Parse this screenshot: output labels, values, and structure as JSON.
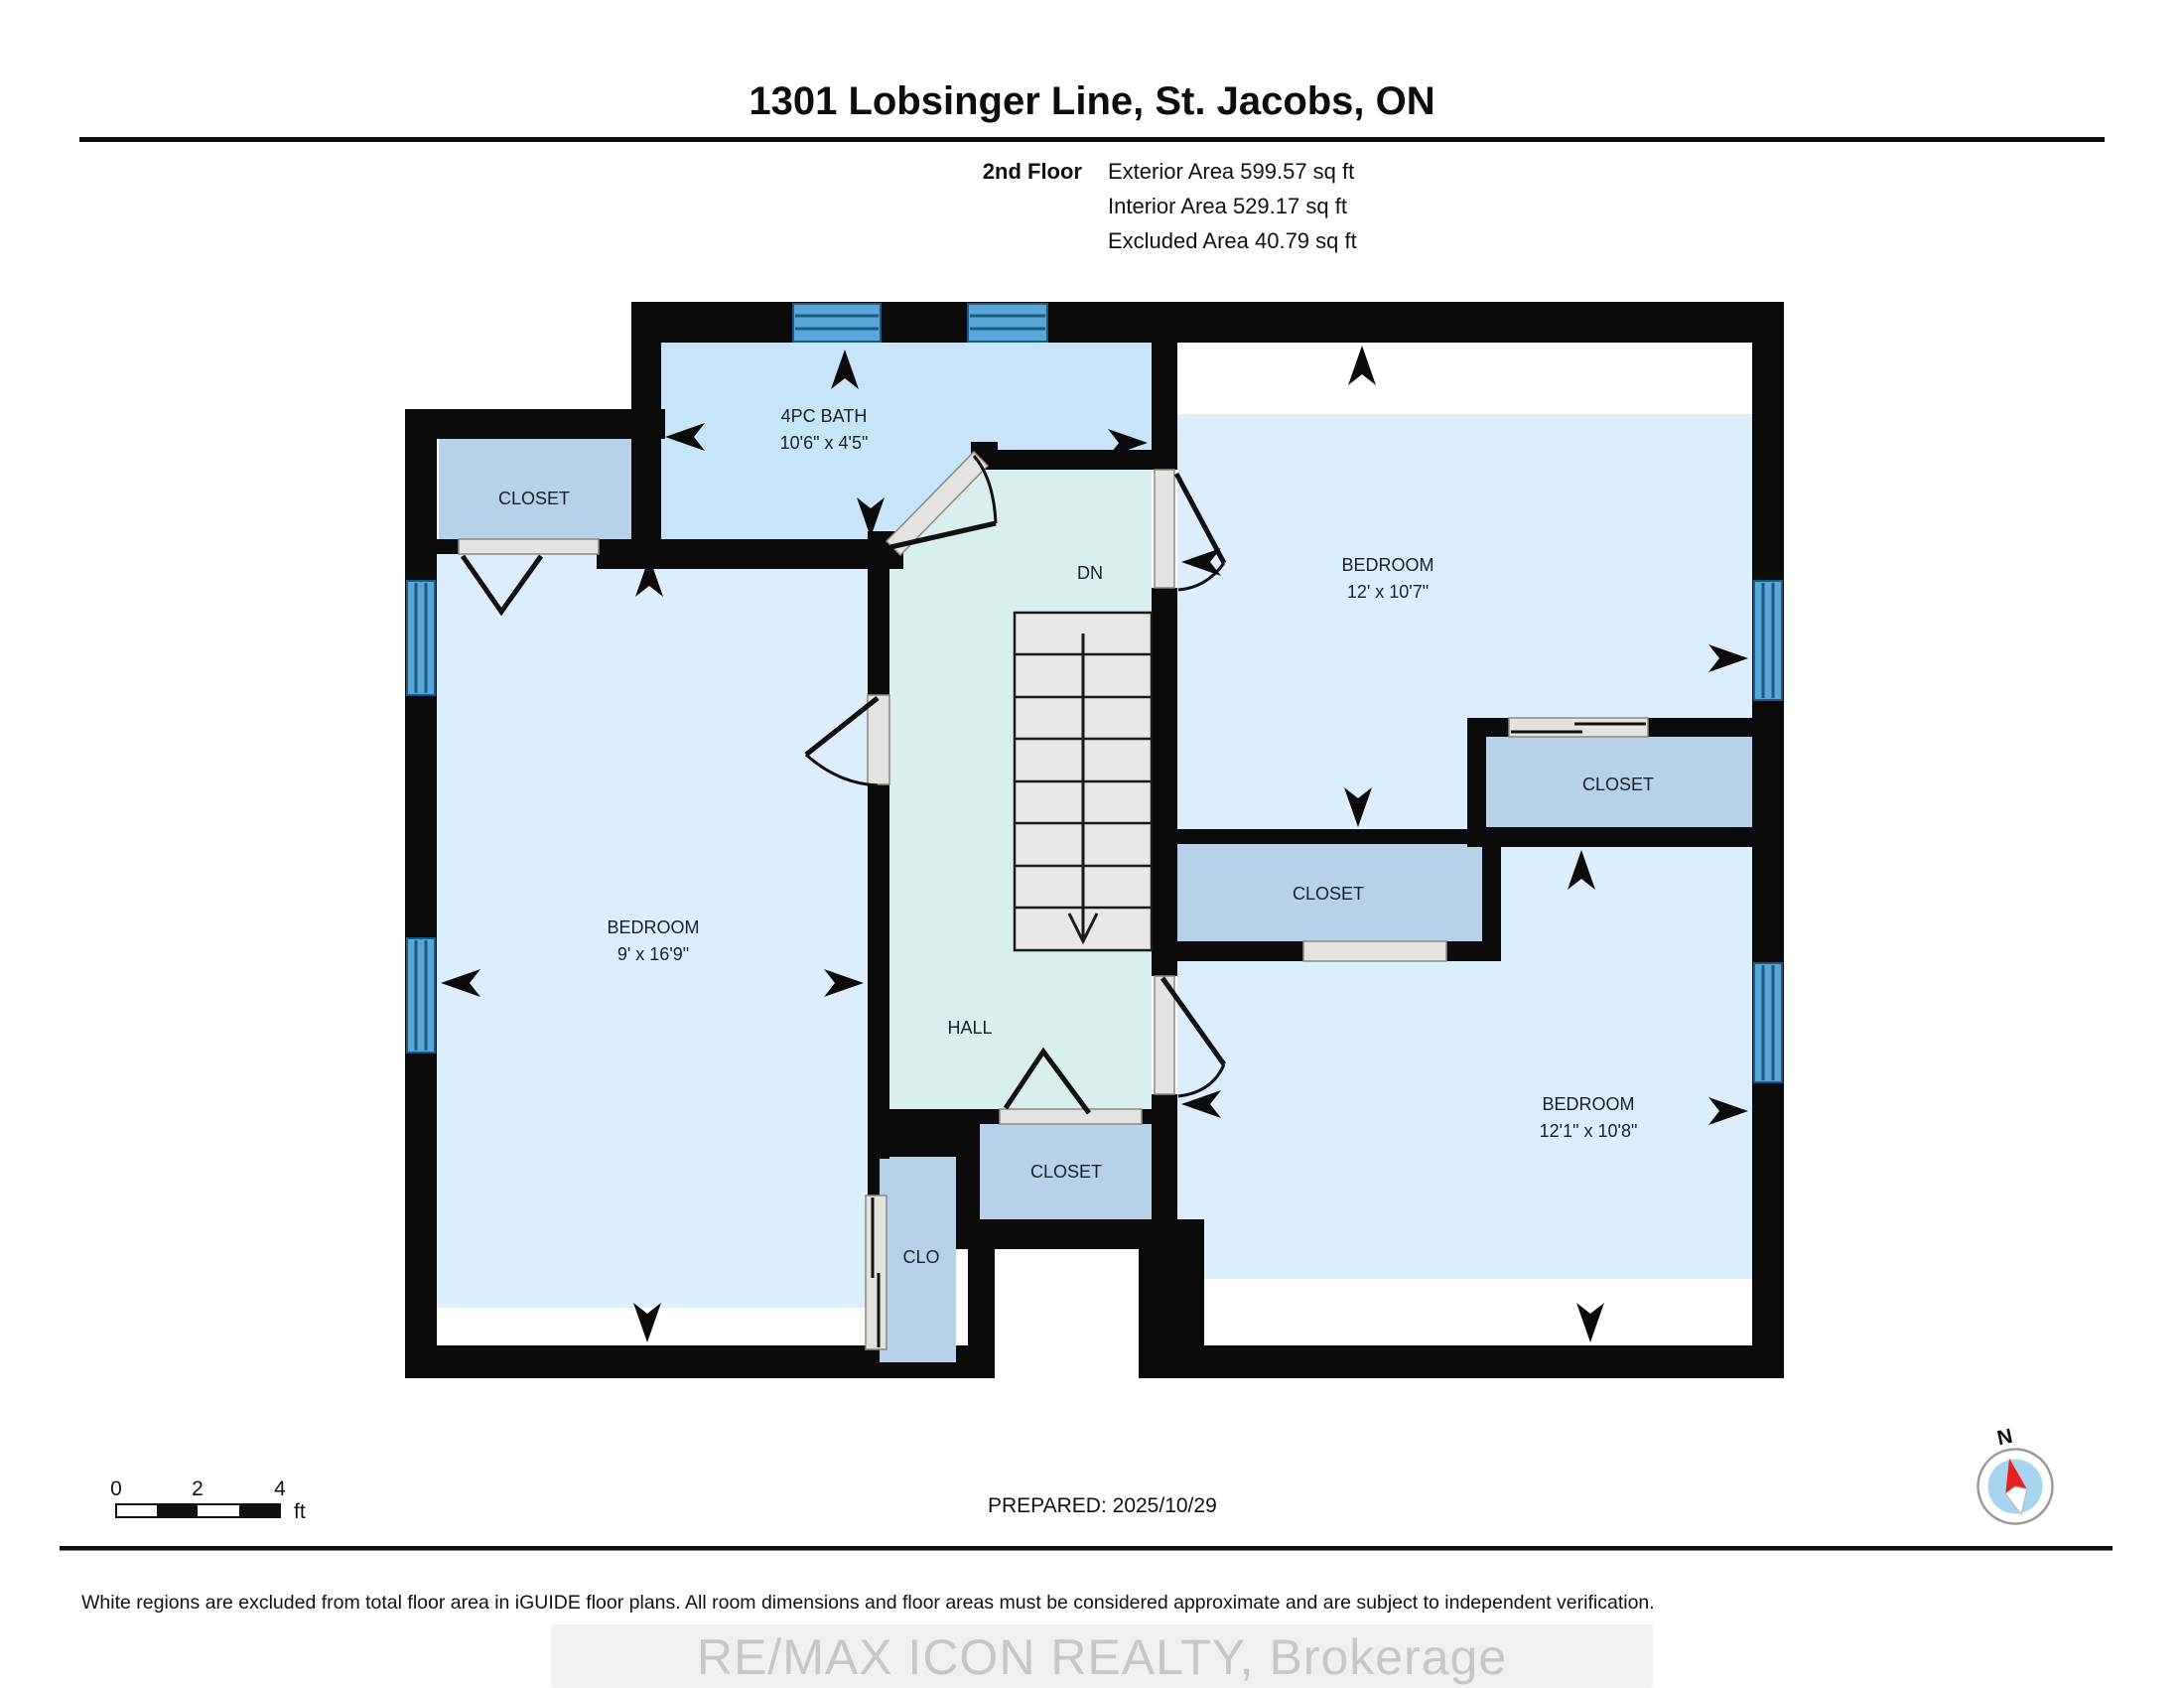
{
  "header": {
    "title": "1301 Lobsinger Line, St. Jacobs, ON",
    "floor_label": "2nd Floor",
    "exterior_area": "Exterior Area 599.57 sq ft",
    "interior_area": "Interior Area 529.17 sq ft",
    "excluded_area": "Excluded Area 40.79 sq ft"
  },
  "rooms": {
    "bath": {
      "name": "4PC BATH",
      "dims": "10'6\" x 4'5\""
    },
    "closet_top_left": {
      "name": "CLOSET"
    },
    "bedroom_left": {
      "name": "BEDROOM",
      "dims": "9' x 16'9\""
    },
    "bedroom_top_right": {
      "name": "BEDROOM",
      "dims": "12' x 10'7\""
    },
    "bedroom_bottom_right": {
      "name": "BEDROOM",
      "dims": "12'1\" x 10'8\""
    },
    "closet_right": {
      "name": "CLOSET"
    },
    "closet_middle": {
      "name": "CLOSET"
    },
    "closet_bottom": {
      "name": "CLOSET"
    },
    "closet_clo": {
      "name": "CLO"
    },
    "hall": {
      "name": "HALL"
    },
    "stairs": {
      "label": "DN"
    }
  },
  "footer": {
    "scale": {
      "tick0": "0",
      "tick2": "2",
      "tick4": "4",
      "unit": "ft"
    },
    "prepared": "PREPARED: 2025/10/29",
    "compass_label": "N",
    "disclaimer": "White regions are excluded from total floor area in iGUIDE floor plans. All room dimensions and floor areas must be considered approximate and are subject to independent verification.",
    "watermark": "RE/MAX ICON REALTY, Brokerage"
  },
  "colors": {
    "wall": "#0b0b0b",
    "bedroom_fill": "#dceefb",
    "hall_fill": "#d8efed",
    "bath_fill": "#c7e4f8",
    "closet_fill": "#b6d1e8",
    "window_fill": "#58a7d8",
    "window_stroke": "#1c5a80",
    "door_fill": "#e3e3df",
    "stairs_fill": "#e8e8e6",
    "excluded_fill": "#ffffff",
    "watermark_color": "#c7c7c7",
    "compass_needle": "#e8211d"
  }
}
